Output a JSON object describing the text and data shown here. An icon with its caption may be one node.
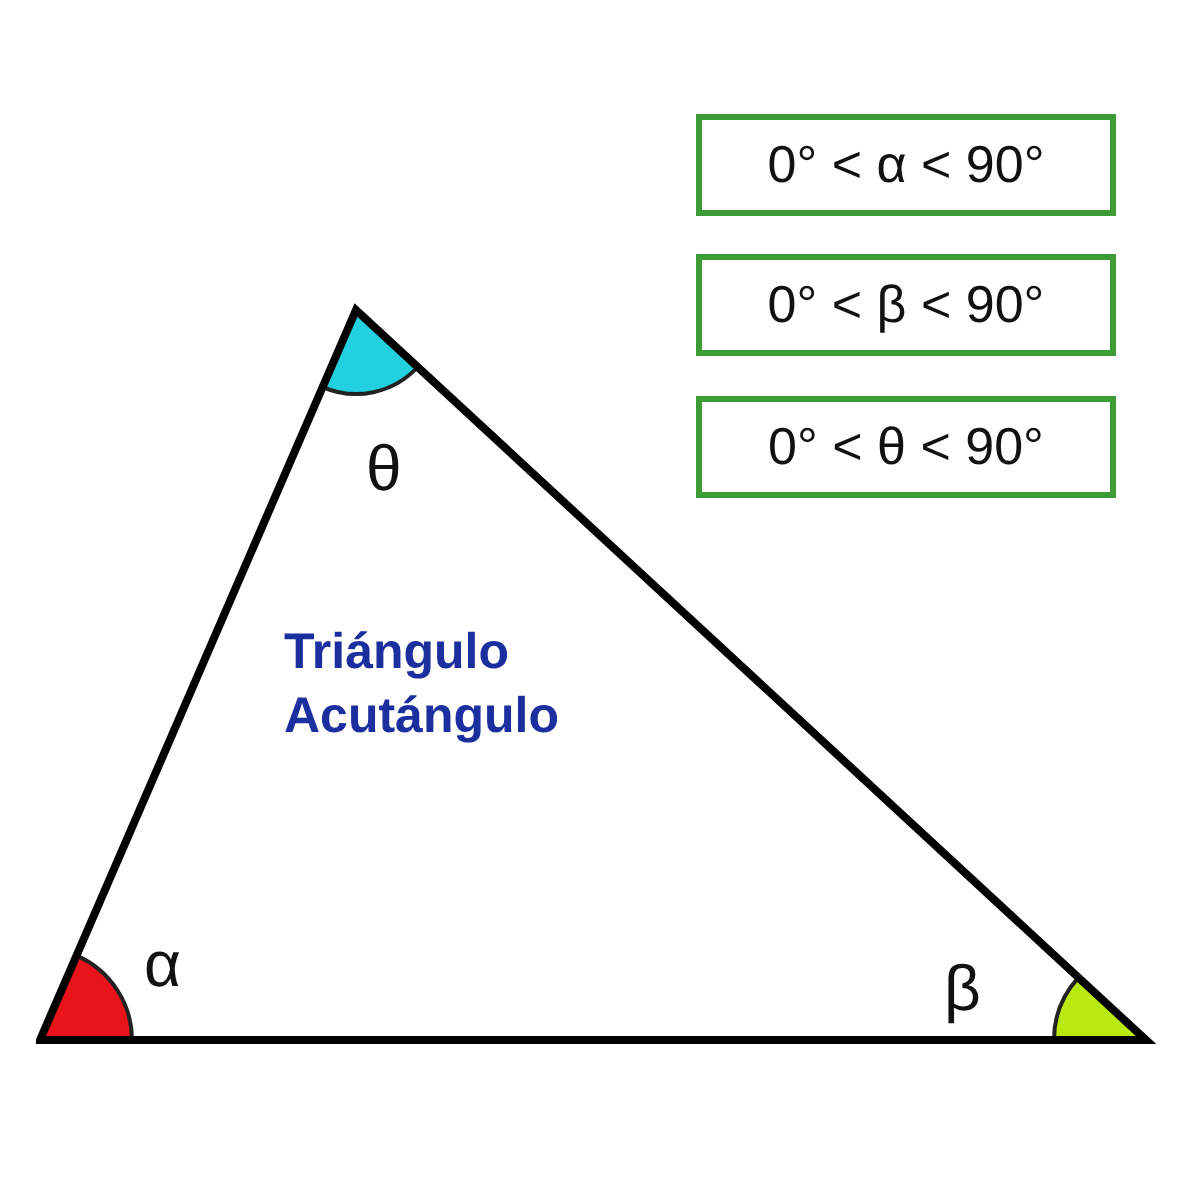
{
  "diagram": {
    "nodes": [
      {
        "text": [
          "Triángulo Acutángulo"
        ]
      },
      {
        "text": [
          "0° < α < 90°"
        ]
      },
      {
        "text": [
          "0° < β < 90°"
        ]
      },
      {
        "text": [
          "0° < θ < 90°"
        ]
      }
    ],
    "labels": [
      "θ",
      "α",
      "β"
    ]
  }
}
